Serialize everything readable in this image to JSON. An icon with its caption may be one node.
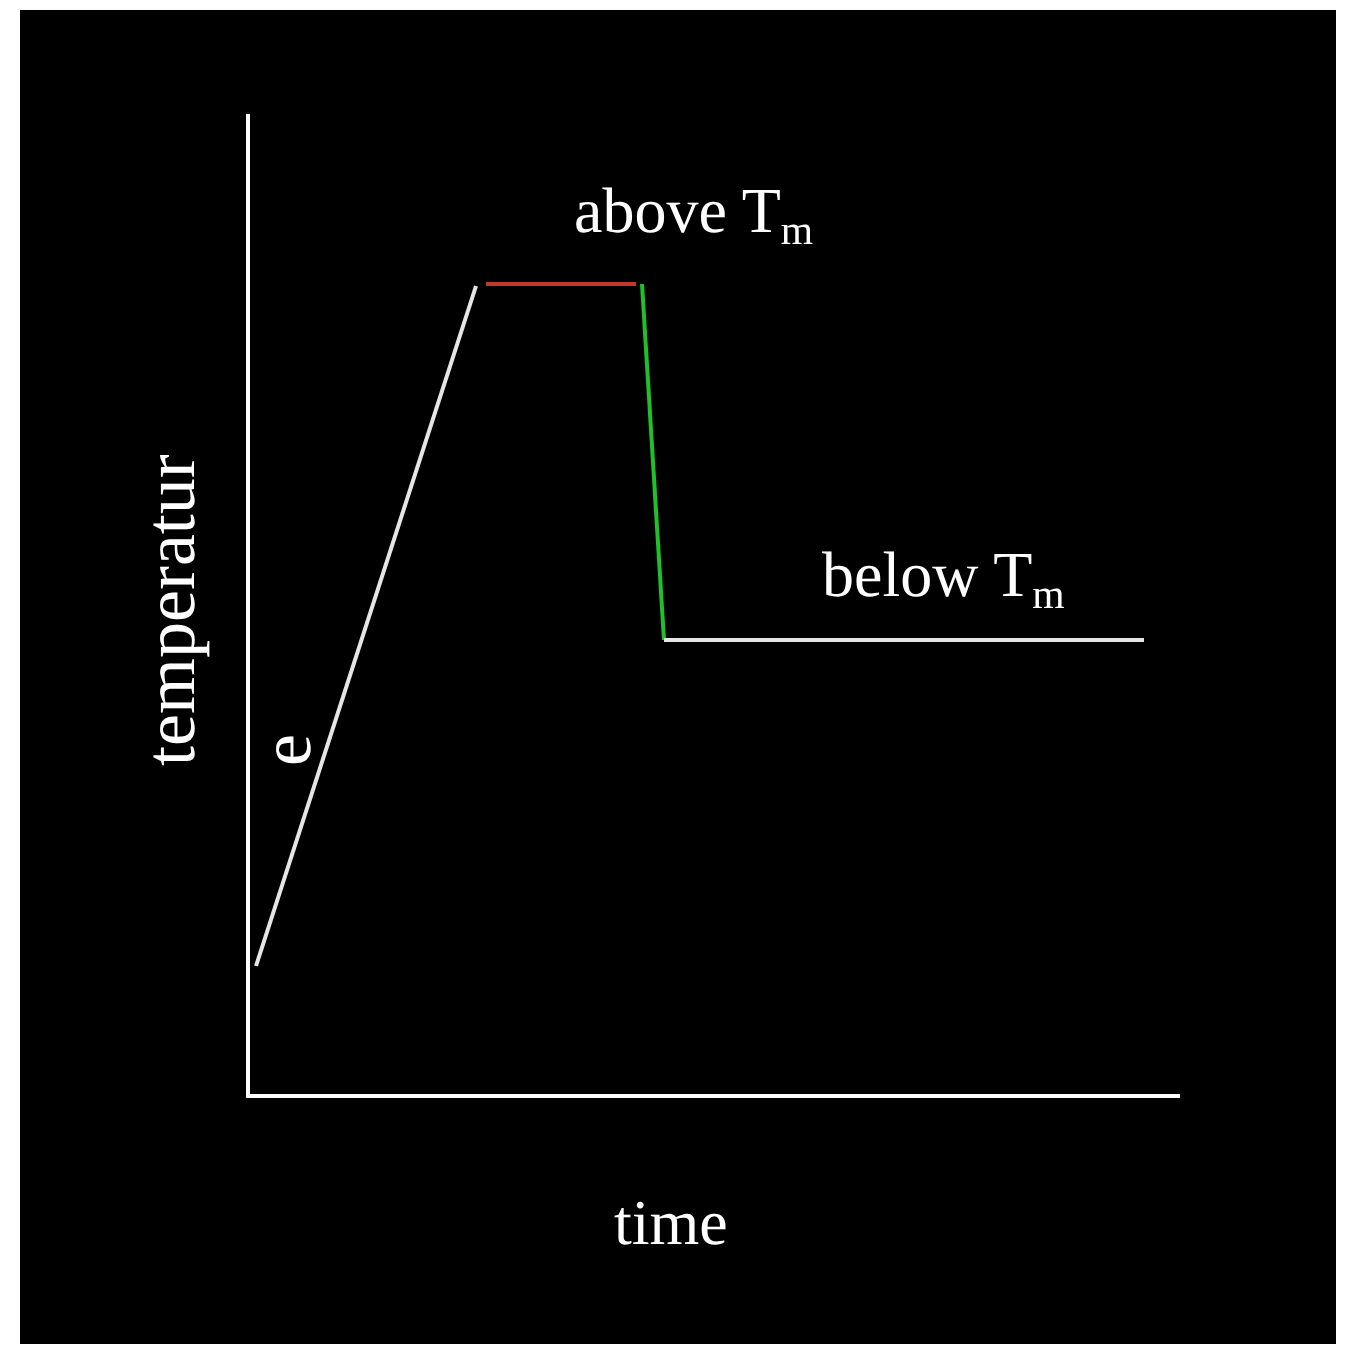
{
  "diagram": {
    "labels": [
      "above T$_{m}$",
      "below T$_{m}$",
      "temperature",
      "time"
    ]
  }
}
